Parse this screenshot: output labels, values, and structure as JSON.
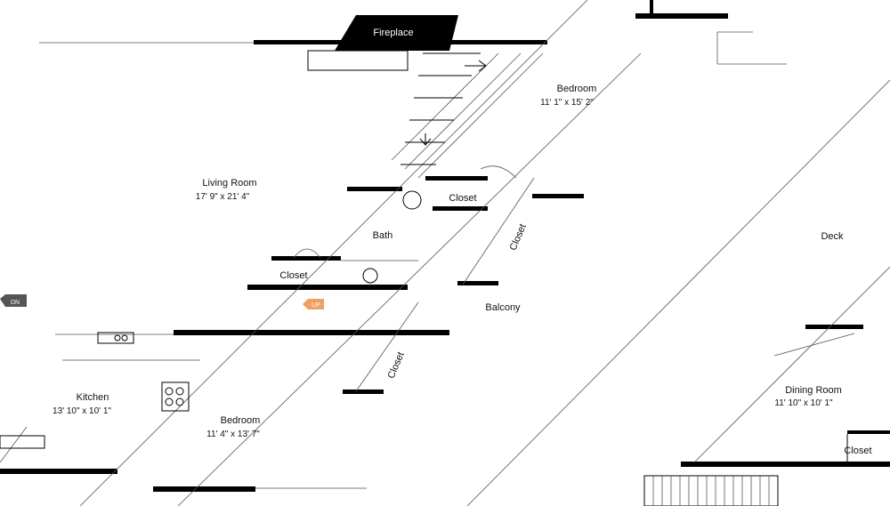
{
  "plan": {
    "rooms": [
      {
        "id": "fireplace",
        "label": "Fireplace",
        "dims": ""
      },
      {
        "id": "bedroom-top",
        "label": "Bedroom",
        "dims": "11' 1\" x 15' 2\""
      },
      {
        "id": "living-room",
        "label": "Living Room",
        "dims": "17' 9\" x 21' 4\""
      },
      {
        "id": "closet-top",
        "label": "Closet",
        "dims": ""
      },
      {
        "id": "bath",
        "label": "Bath",
        "dims": ""
      },
      {
        "id": "closet-mid",
        "label": "Closet",
        "dims": ""
      },
      {
        "id": "closet-vertical",
        "label": "Closet",
        "dims": ""
      },
      {
        "id": "deck",
        "label": "Deck",
        "dims": ""
      },
      {
        "id": "balcony",
        "label": "Balcony",
        "dims": ""
      },
      {
        "id": "closet-lower",
        "label": "Closet",
        "dims": ""
      },
      {
        "id": "kitchen",
        "label": "Kitchen",
        "dims": "13' 10\" x 10' 1\""
      },
      {
        "id": "bedroom-bottom",
        "label": "Bedroom",
        "dims": "11' 4\" x 13' 7\""
      },
      {
        "id": "dining-room",
        "label": "Dining Room",
        "dims": "11' 10\" x 10' 1\""
      },
      {
        "id": "closet-br",
        "label": "Closet",
        "dims": ""
      }
    ],
    "markers": {
      "left_tag": "DN",
      "center_tag": "UP"
    },
    "colors": {
      "wall": "#000000",
      "marker": "#f0a060"
    }
  }
}
